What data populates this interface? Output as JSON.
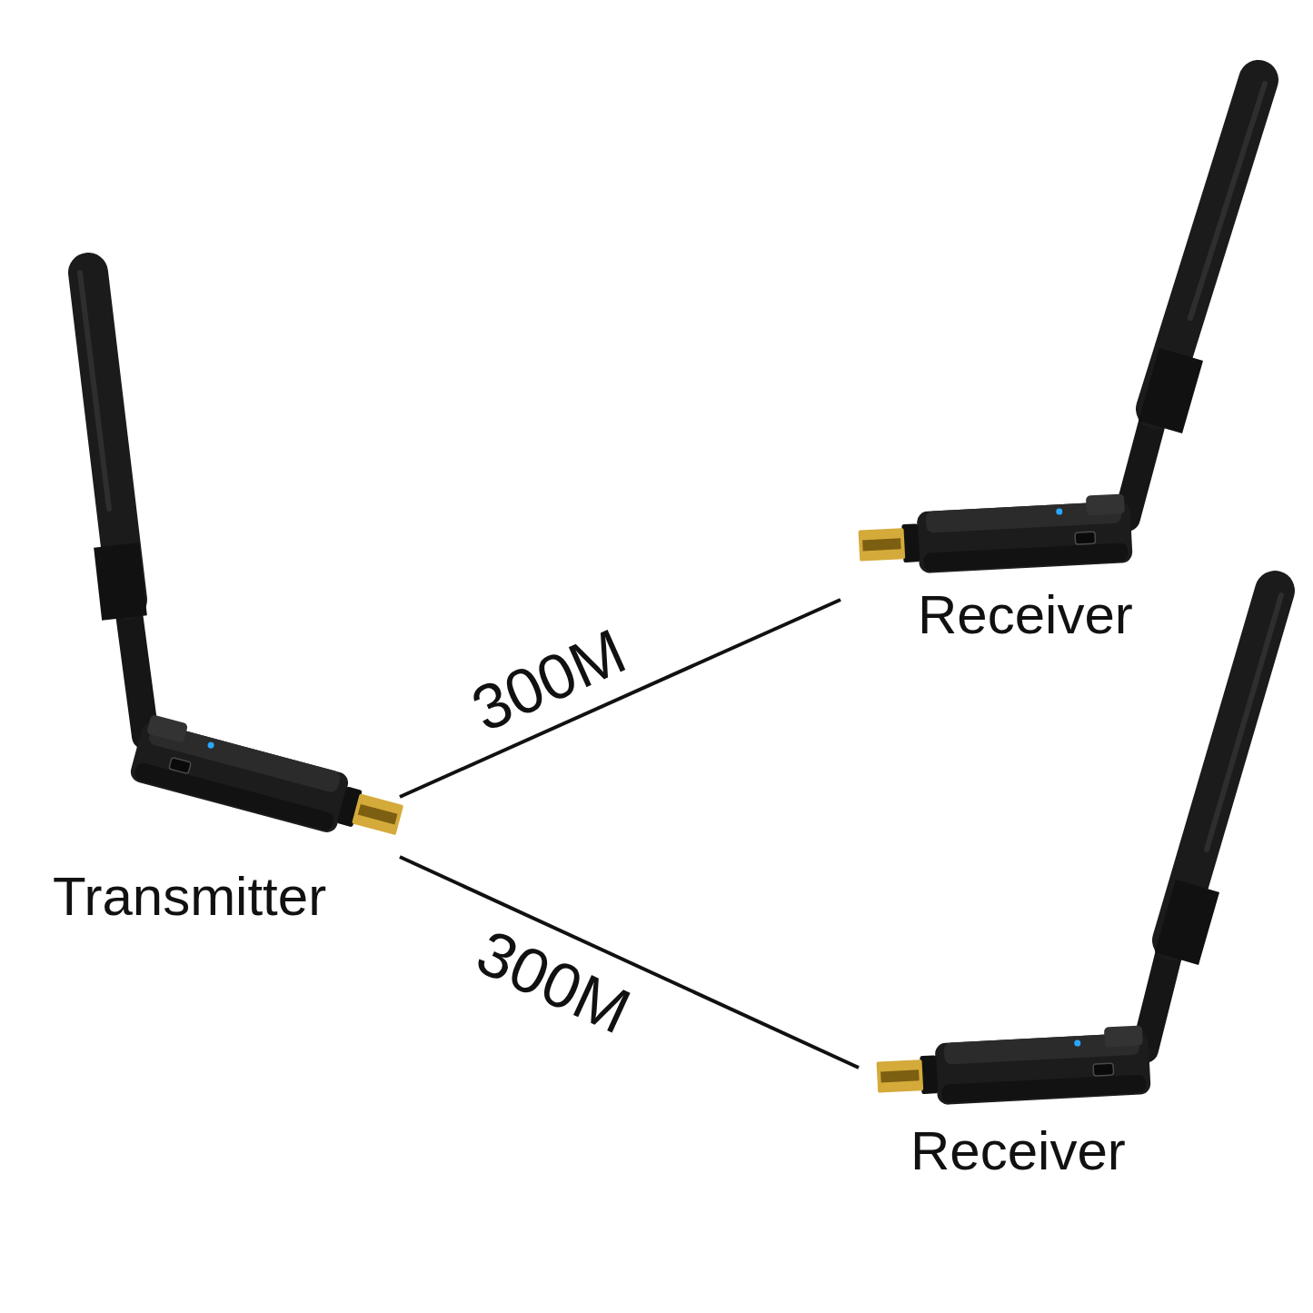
{
  "diagram": {
    "nodes": [
      {
        "text": [
          "Transmitter"
        ]
      },
      {
        "text": [
          "Receiver"
        ]
      },
      {
        "text": [
          "Receiver"
        ]
      }
    ],
    "edges": [
      {
        "from": 0,
        "to": 1,
        "label": "300M",
        "arrow": "none"
      },
      {
        "from": 0,
        "to": 2,
        "label": "300M",
        "arrow": "none"
      }
    ]
  }
}
